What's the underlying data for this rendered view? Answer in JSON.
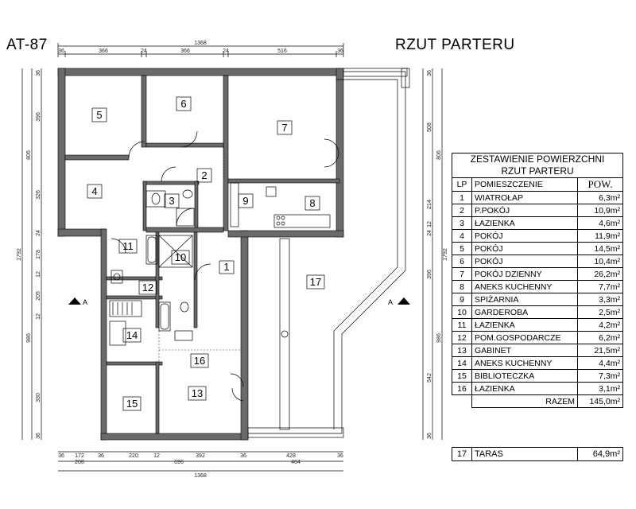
{
  "header": {
    "project_code": "AT-87",
    "plan_title": "RZUT PARTERU"
  },
  "dimensions": {
    "top_total": "1368",
    "top_segments": [
      "36",
      "366",
      "24",
      "366",
      "24",
      "516",
      "36"
    ],
    "bottom_segments_row1": [
      "36",
      "172",
      "36",
      "220",
      "12",
      "392",
      "36",
      "428",
      "36"
    ],
    "bottom_segments_row2": [
      "208",
      "696",
      "464"
    ],
    "bottom_total": "1368",
    "left_segments": [
      "36",
      "396",
      "806",
      "326",
      "24",
      "178",
      "12",
      "205",
      "12",
      "986",
      "330",
      "36"
    ],
    "left_total": "1792",
    "right_segments": [
      "36",
      "508",
      "806",
      "214",
      "12",
      "24",
      "396",
      "986",
      "542",
      "36"
    ],
    "right_total": "1792"
  },
  "section_marks": [
    "A",
    "A"
  ],
  "rooms": [
    "1",
    "2",
    "3",
    "4",
    "5",
    "6",
    "7",
    "8",
    "9",
    "10",
    "11",
    "12",
    "13",
    "14",
    "15",
    "16",
    "17"
  ],
  "table": {
    "title_line1": "ZESTAWIENIE POWIERZCHNI",
    "title_line2": "RZUT PARTERU",
    "col_lp": "LP",
    "col_room": "POMIESZCZENIE",
    "col_area": "POW.",
    "rows": [
      {
        "lp": "1",
        "name": "WIATROŁAP",
        "area": "6,3m²"
      },
      {
        "lp": "2",
        "name": "P.POKÓJ",
        "area": "10,9m²"
      },
      {
        "lp": "3",
        "name": "ŁAZIENKA",
        "area": "4,6m²"
      },
      {
        "lp": "4",
        "name": "POKÓJ",
        "area": "11,9m²"
      },
      {
        "lp": "5",
        "name": "POKÓJ",
        "area": "14,5m²"
      },
      {
        "lp": "6",
        "name": "POKÓJ",
        "area": "10,4m²"
      },
      {
        "lp": "7",
        "name": "POKÓJ DZIENNY",
        "area": "26,2m²"
      },
      {
        "lp": "8",
        "name": "ANEKS KUCHENNY",
        "area": "7,7m²"
      },
      {
        "lp": "9",
        "name": "SPIŻARNIA",
        "area": "3,3m²"
      },
      {
        "lp": "10",
        "name": "GARDEROBA",
        "area": "2,5m²"
      },
      {
        "lp": "11",
        "name": "ŁAZIENKA",
        "area": "4,2m²"
      },
      {
        "lp": "12",
        "name": "POM.GOSPODARCZE",
        "area": "6,2m²"
      },
      {
        "lp": "13",
        "name": "GABINET",
        "area": "21,5m²"
      },
      {
        "lp": "14",
        "name": "ANEKS KUCHENNY",
        "area": "4,4m²"
      },
      {
        "lp": "15",
        "name": "BIBLIOTECZKA",
        "area": "7,3m²"
      },
      {
        "lp": "16",
        "name": "ŁAZIENKA",
        "area": "3,1m²"
      }
    ],
    "total_label": "RAZEM",
    "total_value": "145,0m²"
  },
  "terrace": {
    "lp": "17",
    "name": "TARAS",
    "area": "64,9m²"
  }
}
